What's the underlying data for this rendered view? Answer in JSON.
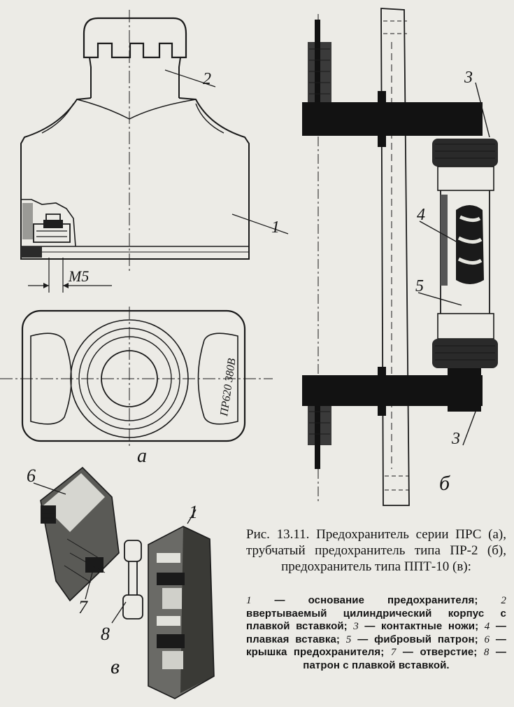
{
  "figure": {
    "labels": {
      "part_1_top": "1",
      "part_2": "2",
      "m5": "M5",
      "marking": "ПР620 380В",
      "view_a": "а",
      "part_3_top": "3",
      "part_4": "4",
      "part_5": "5",
      "part_3_bottom": "3",
      "view_b": "б",
      "part_6": "6",
      "part_7": "7",
      "part_8": "8",
      "part_1_bottom": "1",
      "view_v": "в"
    },
    "caption": "Рис. 13.11. Предохранитель серии ПРС (а), трубчатый предохранитель типа ПР-2 (б), предохранитель типа ППТ-10 (в):",
    "legend": [
      {
        "num": "1",
        "text": " — основание предохранителя; "
      },
      {
        "num": "2",
        "text": " ввертываемый цилиндрический корпус с плавкой вставкой; "
      },
      {
        "num": "3",
        "text": " — контактные ножи; "
      },
      {
        "num": "4",
        "text": " — плавкая вставка; "
      },
      {
        "num": "5",
        "text": " — фибровый патрон; "
      },
      {
        "num": "6",
        "text": " — крышка предохранителя; "
      },
      {
        "num": "7",
        "text": " — отверстие; "
      },
      {
        "num": "8",
        "text": " — патрон с плавкой вставкой."
      }
    ]
  }
}
